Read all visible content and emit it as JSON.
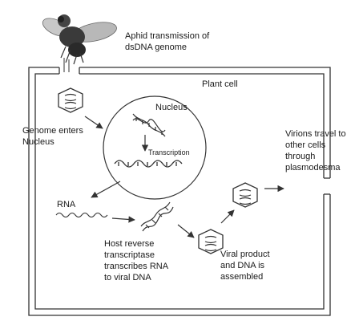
{
  "labels": {
    "aphid": [
      "Aphid transmission of",
      "dsDNA genome"
    ],
    "plant_cell": "Plant cell",
    "nucleus": "Nucleus",
    "transcription": "Transcription",
    "genome_enters": [
      "Genome enters",
      "Nucleus"
    ],
    "rna": "RNA",
    "virions": [
      "Virions travel to",
      "other cells",
      "through",
      "plasmodesma"
    ],
    "reverse_transcriptase": [
      "Host reverse",
      "transcriptase",
      "transcribes RNA",
      "to viral DNA"
    ],
    "viral_product": [
      "Viral product",
      "and DNA is",
      "assembled"
    ]
  },
  "colors": {
    "line": "#333333",
    "fly_body": "#3a3a3a",
    "fly_wing": "#b8b8b8"
  },
  "icons": [
    "fly-icon",
    "virus-particle-icon",
    "dna-helix-icon",
    "rna-strand-icon"
  ]
}
